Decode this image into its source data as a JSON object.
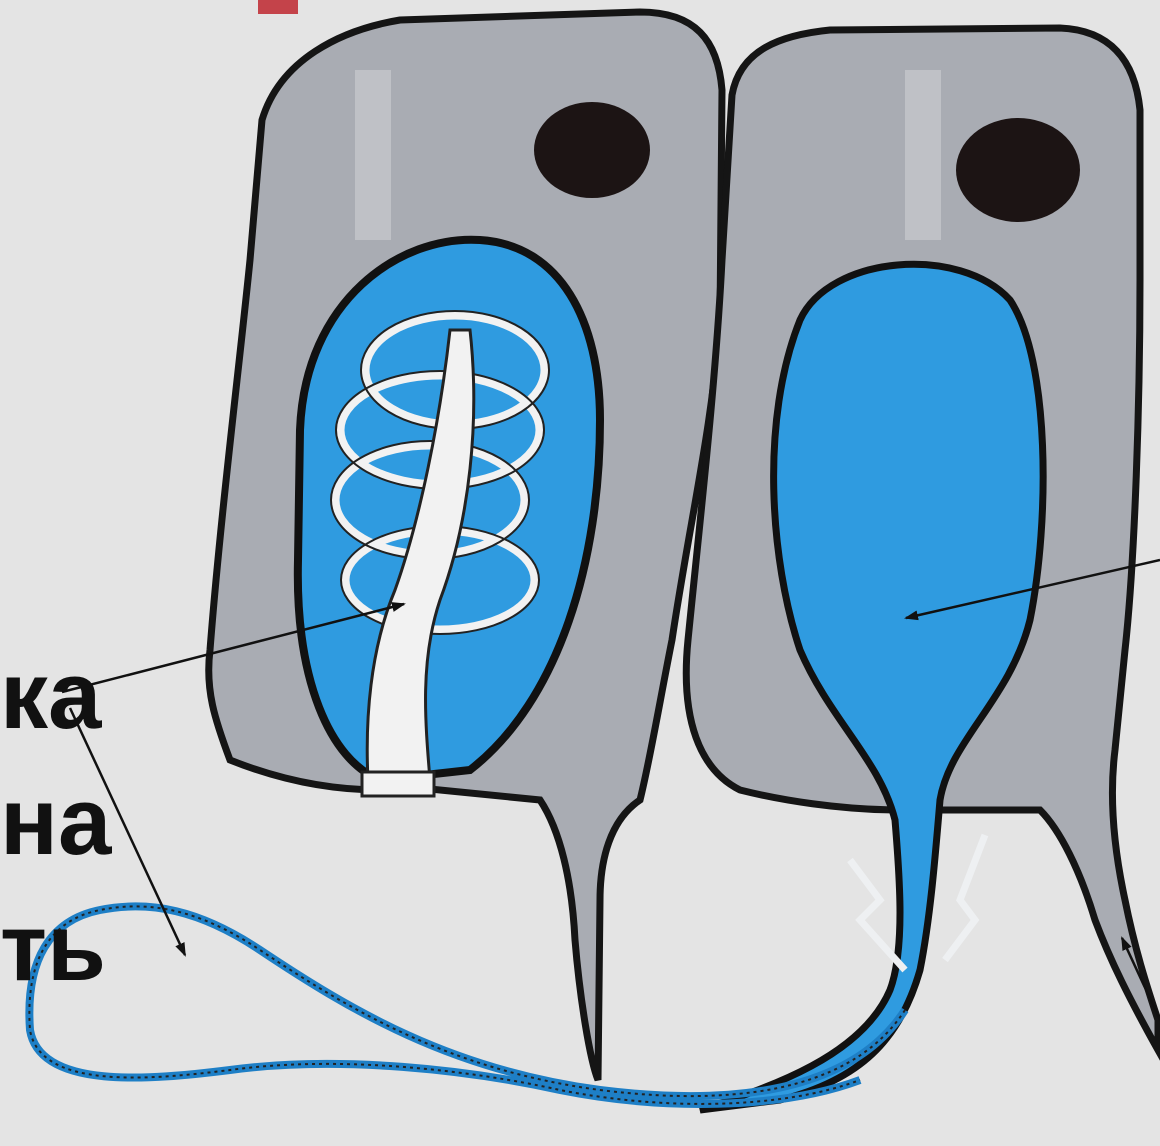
{
  "labels": [
    "ка",
    "на",
    "ть"
  ],
  "colors": {
    "background": "#e4e4e4",
    "cell_fill": "#a9acb3",
    "cell_outline": "#151515",
    "capsule_fill": "#2f9be0",
    "nucleus": "#1c1414",
    "filament": "#f2f2f2",
    "pointer": "#111111",
    "title_fragment": "#c4434a"
  },
  "icons": [
    "nematocyst-cell-left",
    "nematocyst-cell-right"
  ]
}
